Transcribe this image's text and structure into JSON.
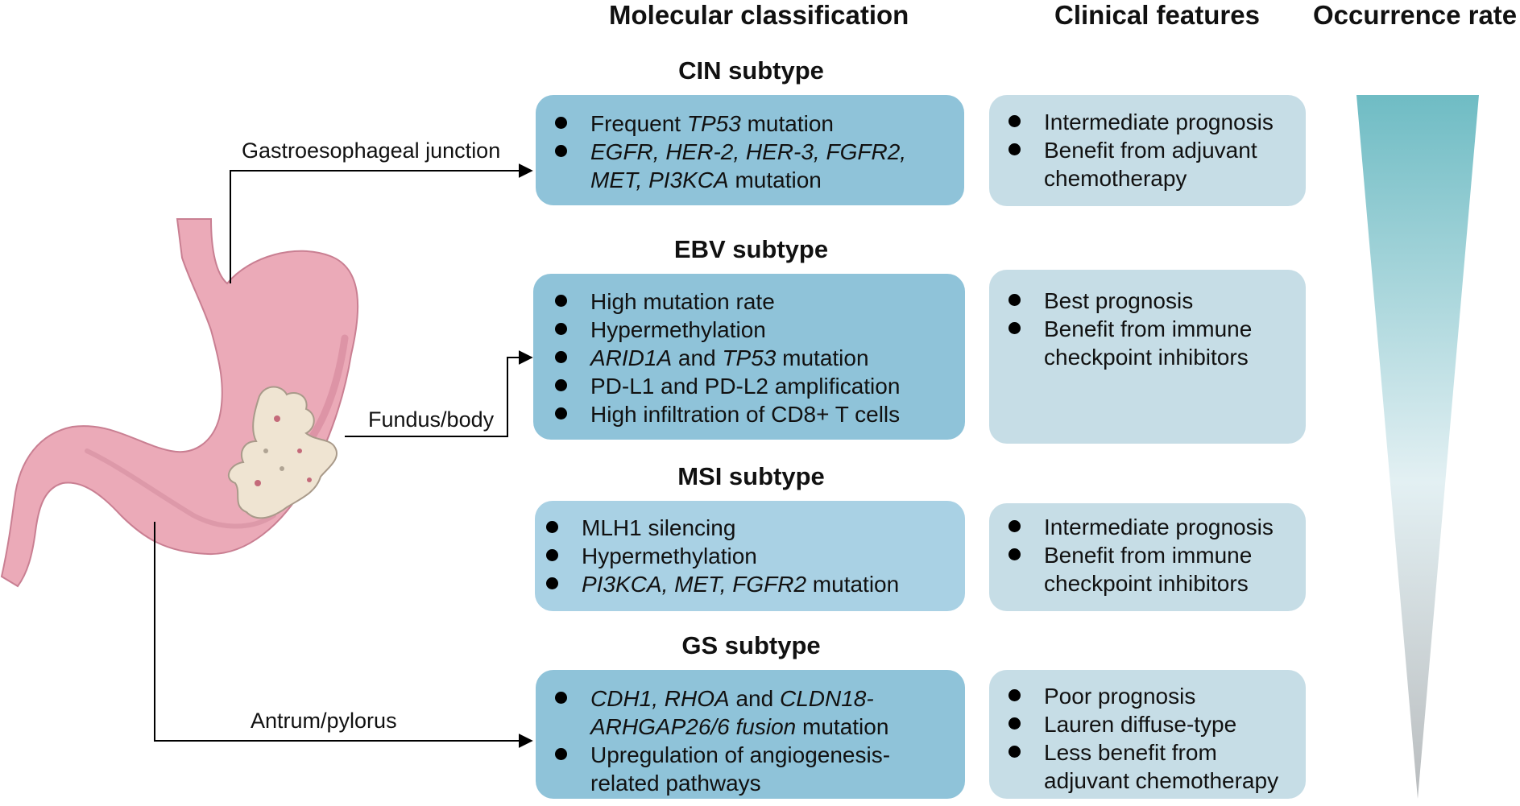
{
  "headers": {
    "molecular": "Molecular classification",
    "clinical": "Clinical features",
    "occurrence": "Occurrence rate"
  },
  "locations": {
    "gej": "Gastroesophageal junction",
    "fundus": "Fundus/body",
    "antrum": "Antrum/pylorus"
  },
  "subtypes": [
    {
      "title": "CIN subtype",
      "molecular": [
        [
          "Frequent ",
          "<i>TP53</i>",
          " mutation"
        ],
        [
          "<i>EGFR, HER-2, HER-3, FGFR2, MET, PI3KCA</i>",
          " mutation"
        ]
      ],
      "clinical": [
        "Intermediate prognosis",
        "Benefit from adjuvant chemotherapy"
      ]
    },
    {
      "title": "EBV subtype",
      "molecular": [
        [
          "High mutation rate"
        ],
        [
          "Hypermethylation"
        ],
        [
          "<i>ARID1A</i>",
          " and ",
          "<i>TP53</i>",
          " mutation"
        ],
        [
          "PD-L1 and PD-L2 amplification"
        ],
        [
          "High infiltration of CD8+ T cells"
        ]
      ],
      "clinical": [
        "Best prognosis",
        "Benefit from immune checkpoint inhibitors"
      ]
    },
    {
      "title": "MSI subtype",
      "molecular": [
        [
          "MLH1 silencing"
        ],
        [
          "Hypermethylation"
        ],
        [
          "<i>PI3KCA, MET, FGFR2</i>",
          " mutation"
        ]
      ],
      "clinical": [
        "Intermediate prognosis",
        "Benefit from immune checkpoint inhibitors"
      ]
    },
    {
      "title": "GS subtype",
      "molecular": [
        [
          "<i>CDH1, RHOA</i>",
          " and ",
          "<i>CLDN18-ARHGAP26/6 fusion</i>",
          " mutation"
        ],
        [
          "Upregulation of angiogenesis-related pathways"
        ]
      ],
      "clinical": [
        "Poor prognosis",
        "Lauren diffuse-type",
        "Less benefit from adjuvant chemotherapy"
      ]
    }
  ],
  "colors": {
    "molecular_box": "#8fc3d9",
    "clinical_box": "#c6dde6",
    "stomach": "#ebaab8",
    "tumor": "#efe4d2",
    "wedge_top": "#6fbcc4",
    "wedge_bottom": "#c8cbcd"
  }
}
